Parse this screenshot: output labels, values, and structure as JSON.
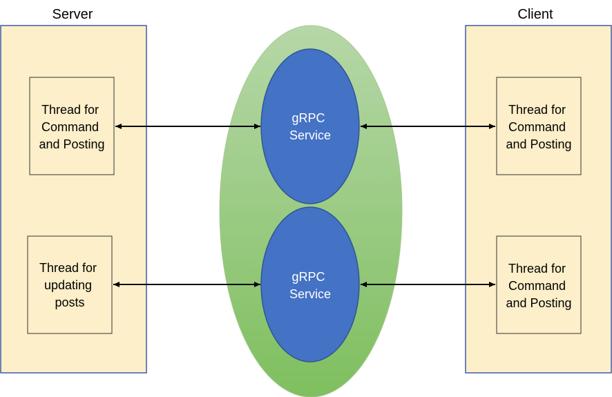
{
  "server": {
    "title": "Server",
    "threads": [
      {
        "lines": [
          "Thread for",
          "Command",
          "and Posting"
        ]
      },
      {
        "lines": [
          "Thread for",
          "updating",
          "posts"
        ]
      }
    ]
  },
  "client": {
    "title": "Client",
    "threads": [
      {
        "lines": [
          "Thread for",
          "Command",
          "and Posting"
        ]
      },
      {
        "lines": [
          "Thread for",
          "Command",
          "and Posting"
        ]
      }
    ]
  },
  "services": [
    {
      "lines": [
        "gRPC",
        "Service"
      ]
    },
    {
      "lines": [
        "gRPC",
        "Service"
      ]
    }
  ],
  "colors": {
    "panel_fill": "#fdefc9",
    "panel_stroke": "#3f5aa8",
    "box_stroke": "#333333",
    "ellipse_outer_top": "#b6d7a8",
    "ellipse_outer_bottom": "#7fbf5f",
    "ellipse_outer_stroke": "#a5c990",
    "service_fill": "#4472c4",
    "service_stroke": "#2f5597",
    "arrow": "#000000"
  }
}
